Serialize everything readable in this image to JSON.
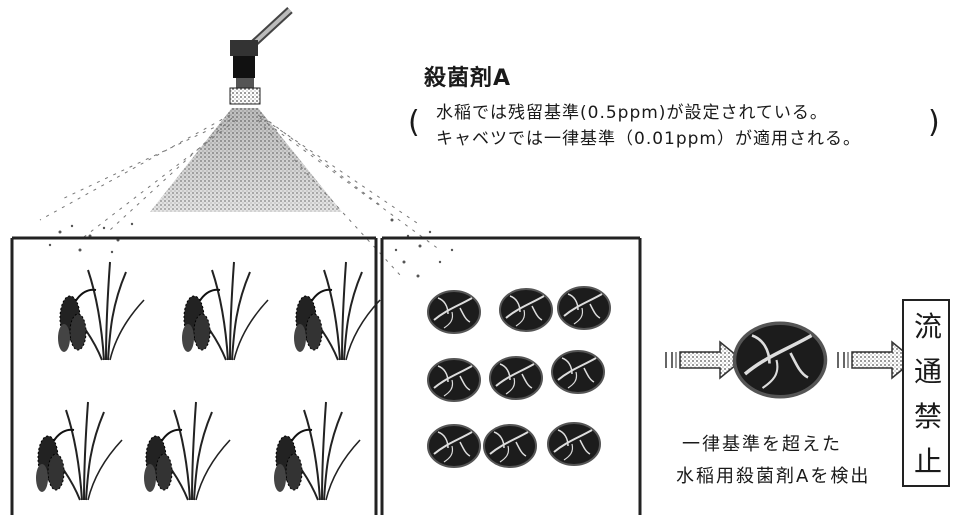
{
  "title": "殺菌剤A",
  "note": {
    "open": "(",
    "line1": "水稲では残留基準(0.5ppm)が設定されている。",
    "line2": "キャベツでは一律基準（0.01ppm）が適用される。",
    "close": ")"
  },
  "caption": {
    "line1": "一律基準を超えた",
    "line2": "水稲用殺菌剤Aを検出"
  },
  "ban": [
    "流",
    "通",
    "禁",
    "止"
  ],
  "colors": {
    "ink": "#1a1a1a",
    "spray": "#7a7a7a",
    "dark": "#222222"
  }
}
